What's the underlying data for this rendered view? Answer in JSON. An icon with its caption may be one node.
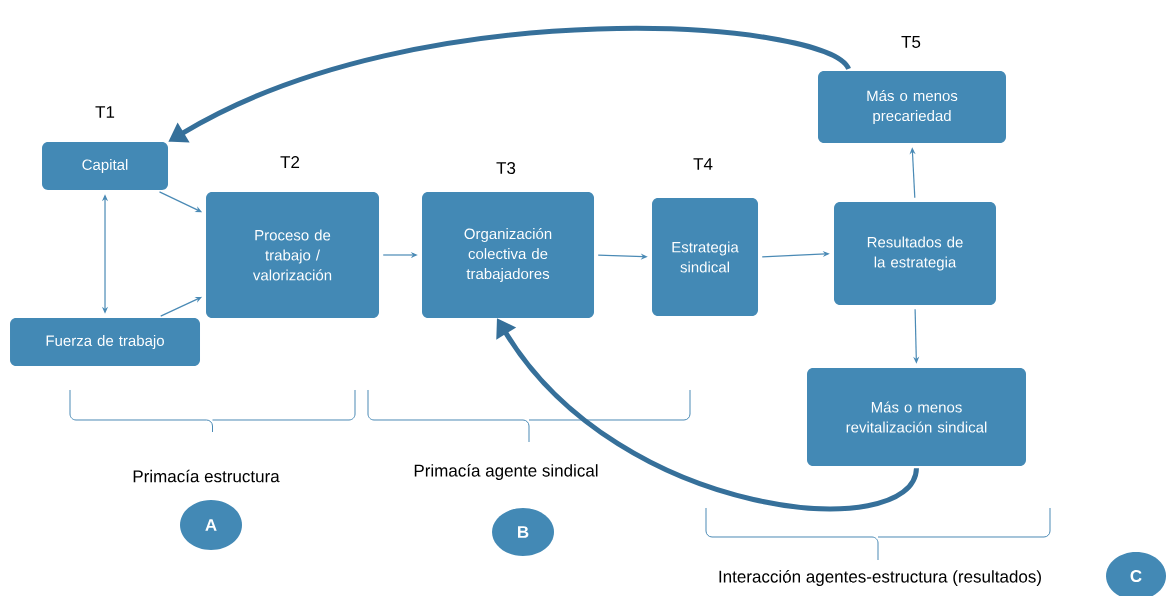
{
  "diagram": {
    "nodes": [
      {
        "text": [
          "Capital"
        ],
        "beside": [
          "T1"
        ]
      },
      {
        "text": [
          "Fuerza de trabajo"
        ]
      },
      {
        "text": [
          "Proceso de trabajo / valorización"
        ],
        "beside": [
          "T2"
        ]
      },
      {
        "text": [
          "Organización colectiva de trabajadores"
        ],
        "beside": [
          "T3"
        ]
      },
      {
        "text": [
          "Estrategia sindical"
        ],
        "beside": [
          "T4"
        ]
      },
      {
        "text": [
          "Resultados de la estrategia"
        ]
      },
      {
        "text": [
          "Más o menos precariedad"
        ],
        "beside": [
          "T5"
        ]
      },
      {
        "text": [
          "Más o menos revitalización sindical"
        ]
      },
      {
        "text": [
          "A"
        ]
      },
      {
        "text": [
          "B"
        ]
      },
      {
        "text": [
          "C"
        ]
      }
    ],
    "edges": [
      {
        "from": 0,
        "to": 1,
        "arrow": "both"
      },
      {
        "from": 0,
        "to": 2,
        "arrow": "to"
      },
      {
        "from": 1,
        "to": 2,
        "arrow": "to"
      },
      {
        "from": 2,
        "to": 3,
        "arrow": "to"
      },
      {
        "from": 3,
        "to": 4,
        "arrow": "to"
      },
      {
        "from": 4,
        "to": 5,
        "arrow": "to"
      },
      {
        "from": 5,
        "to": 6,
        "arrow": "to"
      },
      {
        "from": 5,
        "to": 7,
        "arrow": "to"
      },
      {
        "from": 6,
        "to": 0,
        "arrow": "to",
        "style": "thick",
        "color": "#36709a"
      },
      {
        "from": 7,
        "to": 3,
        "arrow": "to",
        "style": "thick",
        "color": "#36709a"
      }
    ],
    "labels": [
      "Primacía estructura",
      "Primacía agente sindical",
      "Interacción agentes-estructura (resultados)"
    ]
  }
}
